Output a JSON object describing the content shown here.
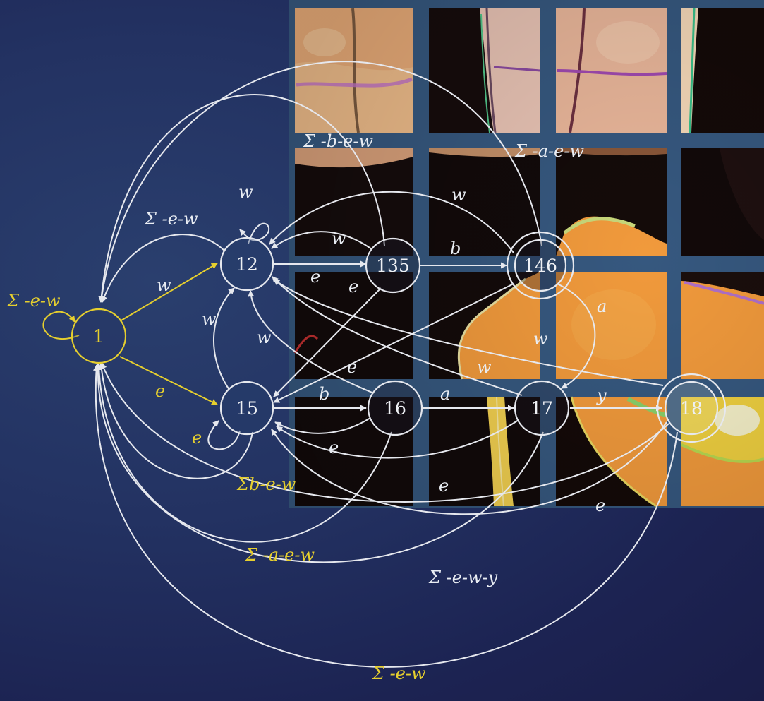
{
  "colors": {
    "background": "#202b5c",
    "gridline": "#36587f",
    "white_edge": "#e6e8ee",
    "yellow_edge": "#e6cf2e",
    "tile_orange": "#f29b3a",
    "tile_black": "#120c08"
  },
  "nodes": [
    {
      "id": "1",
      "label": "1",
      "color": "yellow",
      "accepting": false
    },
    {
      "id": "12",
      "label": "12",
      "color": "white",
      "accepting": false
    },
    {
      "id": "15",
      "label": "15",
      "color": "white",
      "accepting": false
    },
    {
      "id": "135",
      "label": "135",
      "color": "white",
      "accepting": false
    },
    {
      "id": "16",
      "label": "16",
      "color": "white",
      "accepting": false
    },
    {
      "id": "146",
      "label": "146",
      "color": "white",
      "accepting": true
    },
    {
      "id": "17",
      "label": "17",
      "color": "white",
      "accepting": false
    },
    {
      "id": "18",
      "label": "18",
      "color": "white",
      "accepting": true
    }
  ],
  "edge_labels": {
    "l1_self": "Σ -e-w",
    "l1_12": "w",
    "l1_15": "e",
    "l12_self": "w",
    "l12_135": "e",
    "l135_12": "w",
    "l135_15": "e",
    "l135_146": "b",
    "l146_12_top": "w",
    "l135_1": "Σ -b-e-w",
    "l146_1": "Σ -a-e-w",
    "l12_1": "Σ -e-w",
    "l146_17": "a",
    "l17_12_w": "w",
    "l18_12_w": "w",
    "l15_12": "w",
    "l16_12": "w",
    "l16_15_e": "e",
    "l15_16": "b",
    "l16_17": "a",
    "l17_18": "y",
    "l17_15_e": "e",
    "l18_15_e": "e",
    "l15_self": "e",
    "l15_1": "Σb-e-w",
    "l17_15_bottom": "e",
    "l16_1": "Σ -a-e-w",
    "l17_1": "Σ -e-w-y",
    "l18_1": "Σ -e-w"
  }
}
